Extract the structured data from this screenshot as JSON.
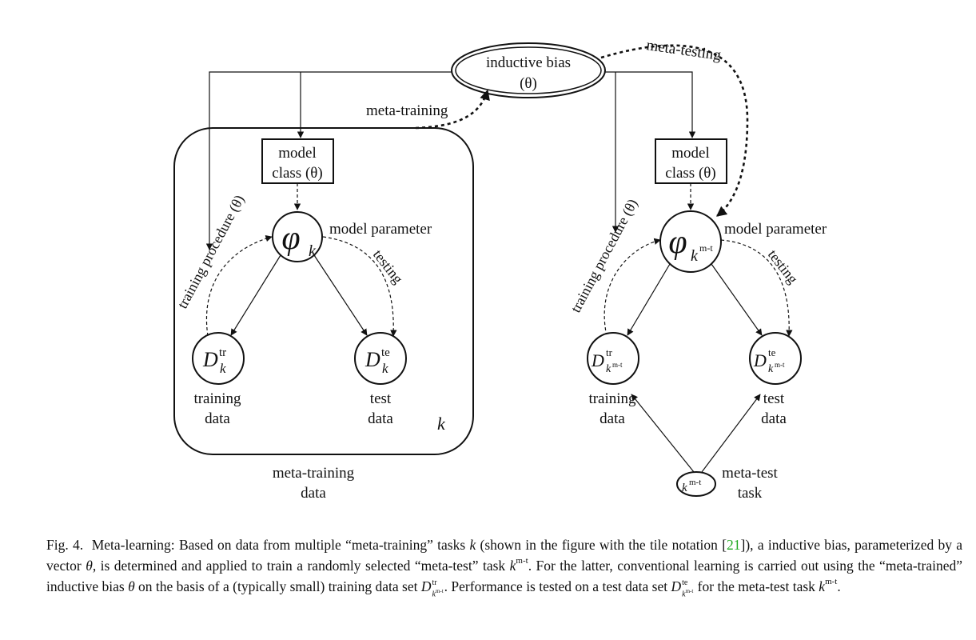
{
  "diagram": {
    "bias_node": {
      "line1": "inductive bias",
      "line2": "(θ)"
    },
    "meta_training_label": "meta-training",
    "meta_testing_label": "meta-testing",
    "left": {
      "model_class": {
        "line1": "model",
        "line2": "class (θ)"
      },
      "model_parameter_label": "model parameter",
      "training_procedure_label": "training procedure (θ)",
      "testing_label": "testing",
      "phi_symbol": "φ",
      "phi_sub": "k",
      "train_node": {
        "symbol": "D",
        "sup": "tr",
        "sub": "k"
      },
      "test_node": {
        "symbol": "D",
        "sup": "te",
        "sub": "k"
      },
      "training_data_label": {
        "line1": "training",
        "line2": "data"
      },
      "test_data_label": {
        "line1": "test",
        "line2": "data"
      },
      "plate_index": "k",
      "plate_caption": {
        "line1": "meta-training",
        "line2": "data"
      }
    },
    "right": {
      "model_class": {
        "line1": "model",
        "line2": "class (θ)"
      },
      "model_parameter_label": "model parameter",
      "training_procedure_label": "training procedure (θ)",
      "testing_label": "testing",
      "phi_symbol": "φ",
      "phi_sub": "k",
      "phi_sub_sup": "m-t",
      "train_node": {
        "symbol": "D",
        "sup": "tr",
        "sub": "k",
        "sub_sup": "m-t"
      },
      "test_node": {
        "symbol": "D",
        "sup": "te",
        "sub": "k",
        "sub_sup": "m-t"
      },
      "training_data_label": {
        "line1": "training",
        "line2": "data"
      },
      "test_data_label": {
        "line1": "test",
        "line2": "data"
      },
      "task_node": {
        "sub": "k",
        "sub_sup": "m-t"
      },
      "task_label": {
        "line1": "meta-test",
        "line2": "task"
      }
    }
  },
  "caption": {
    "fig": "Fig. 4.",
    "t1": "Meta-learning: Based on data from multiple “meta-training” tasks",
    "t2": "(shown in the figure with the tile notation [",
    "cite": "21",
    "t3": "]), a inductive bias, parameterized by a vector",
    "t4": ", is determined and applied to train a randomly selected “meta-test” task",
    "t5": ". For the latter, conventional learning is carried out using the “meta-trained” inductive bias",
    "t6": "on the basis of a (typically small) training data set",
    "t7": ". Performance is tested on a test data set",
    "t8": "for the meta-test task",
    "t9": ".",
    "k": "k",
    "theta": "θ",
    "D": "D",
    "tr": "tr",
    "te": "te",
    "mt": "m-t"
  }
}
